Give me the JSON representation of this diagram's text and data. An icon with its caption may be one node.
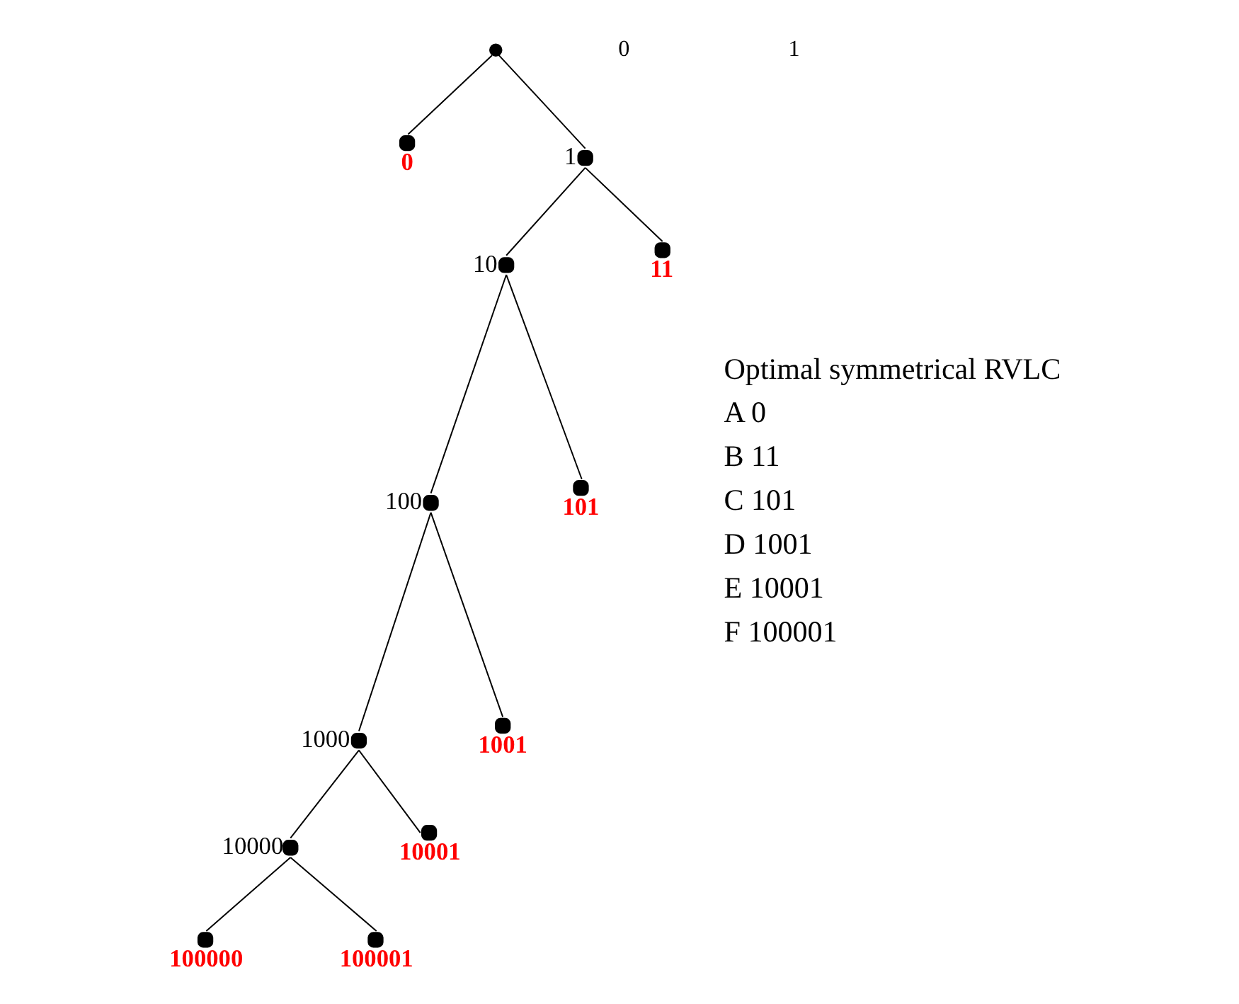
{
  "diagram": {
    "nodes": [
      {
        "text": [],
        "shape": "circle"
      },
      {
        "text": [],
        "shape": "circle",
        "beside": [
          "0"
        ]
      },
      {
        "text": [],
        "shape": "circle",
        "beside": [
          "1"
        ]
      },
      {
        "text": [],
        "shape": "circle",
        "beside": [
          "10"
        ]
      },
      {
        "text": [],
        "shape": "circle",
        "beside": [
          "11"
        ]
      },
      {
        "text": [],
        "shape": "circle",
        "beside": [
          "100"
        ]
      },
      {
        "text": [],
        "shape": "circle",
        "beside": [
          "101"
        ]
      },
      {
        "text": [],
        "shape": "circle",
        "beside": [
          "1000"
        ]
      },
      {
        "text": [],
        "shape": "circle",
        "beside": [
          "1001"
        ]
      },
      {
        "text": [],
        "shape": "circle",
        "beside": [
          "10000"
        ]
      },
      {
        "text": [],
        "shape": "circle",
        "beside": [
          "10001"
        ]
      },
      {
        "text": [],
        "shape": "circle",
        "beside": [
          "100000"
        ]
      },
      {
        "text": [],
        "shape": "circle",
        "beside": [
          "100001"
        ]
      }
    ],
    "edges": [
      {
        "from": 0,
        "to": 1,
        "arrow": "none"
      },
      {
        "from": 0,
        "to": 2,
        "arrow": "none"
      },
      {
        "from": 2,
        "to": 3,
        "arrow": "none"
      },
      {
        "from": 2,
        "to": 4,
        "arrow": "none"
      },
      {
        "from": 3,
        "to": 5,
        "arrow": "none"
      },
      {
        "from": 3,
        "to": 6,
        "arrow": "none"
      },
      {
        "from": 5,
        "to": 7,
        "arrow": "none"
      },
      {
        "from": 5,
        "to": 8,
        "arrow": "none"
      },
      {
        "from": 7,
        "to": 9,
        "arrow": "none"
      },
      {
        "from": 7,
        "to": 10,
        "arrow": "none"
      },
      {
        "from": 9,
        "to": 11,
        "arrow": "none"
      },
      {
        "from": 9,
        "to": 12,
        "arrow": "none"
      }
    ],
    "labels": [
      "0",
      "1",
      "Optimal symmetrical RVLC",
      "A 0",
      "B 11",
      "C 101",
      "D 1001",
      "E 10001",
      "F 100001"
    ]
  }
}
